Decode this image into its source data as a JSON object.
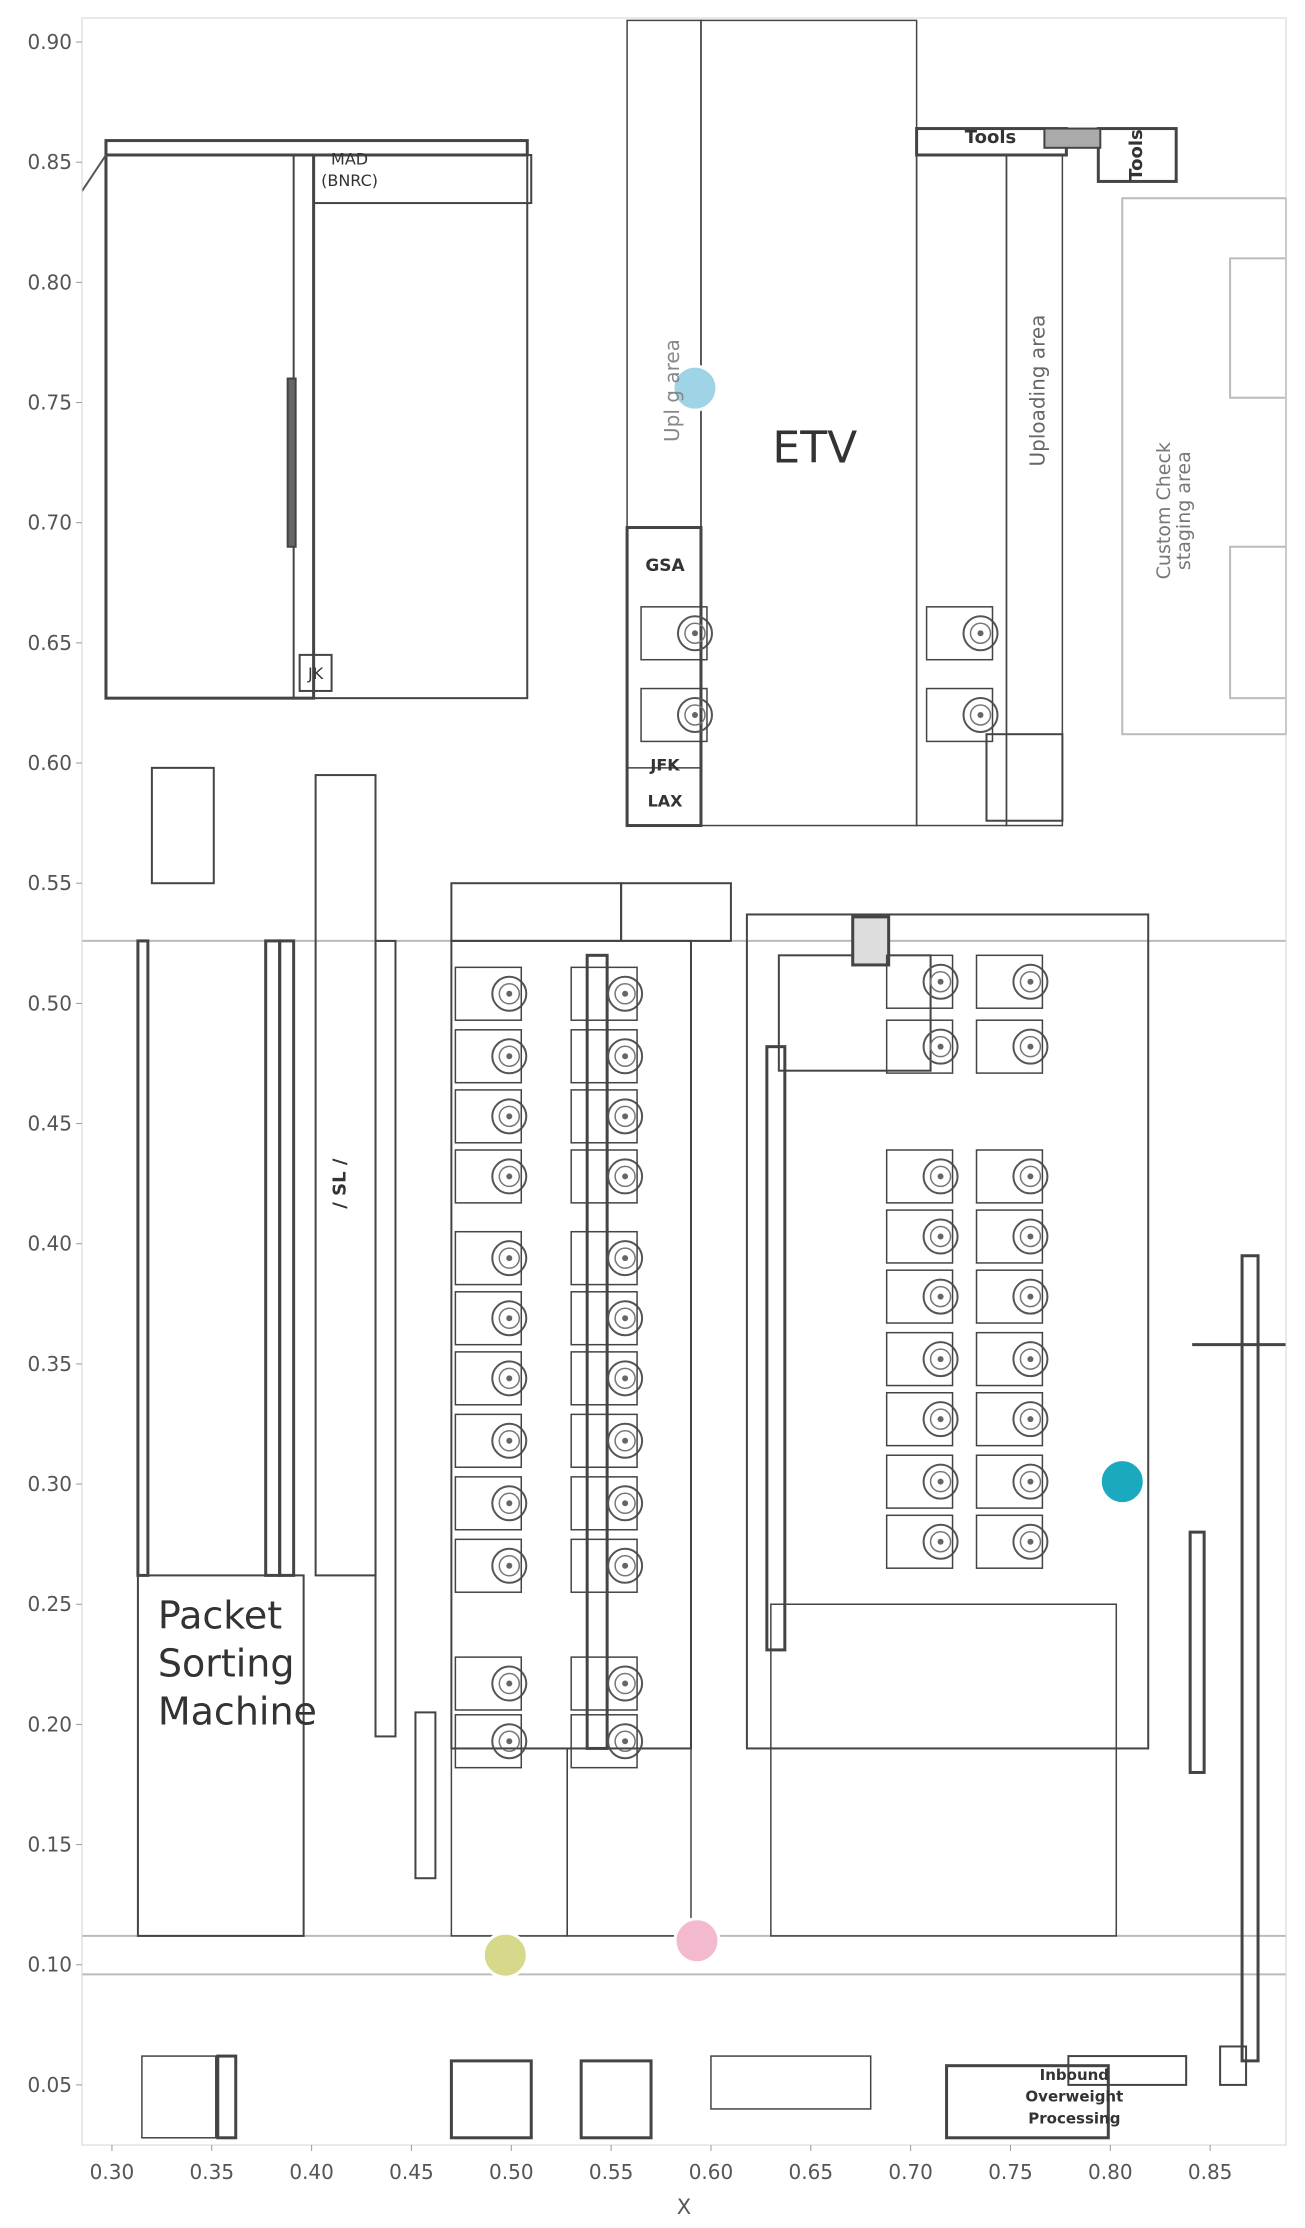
{
  "chart_data": {
    "type": "scatter",
    "title": "",
    "xlabel": "X",
    "ylabel": "",
    "xlim": [
      0.285,
      0.888
    ],
    "ylim": [
      0.025,
      0.91
    ],
    "x_ticks": [
      "0.30",
      "0.35",
      "0.40",
      "0.45",
      "0.50",
      "0.55",
      "0.60",
      "0.65",
      "0.70",
      "0.75",
      "0.80",
      "0.85"
    ],
    "y_ticks": [
      "0.05",
      "0.10",
      "0.15",
      "0.20",
      "0.25",
      "0.30",
      "0.35",
      "0.40",
      "0.45",
      "0.50",
      "0.55",
      "0.60",
      "0.65",
      "0.70",
      "0.75",
      "0.80",
      "0.85",
      "0.90"
    ],
    "points": [
      {
        "x": 0.592,
        "y": 0.756,
        "color": "#9fd4e6"
      },
      {
        "x": 0.806,
        "y": 0.301,
        "color": "#1aa9be"
      },
      {
        "x": 0.497,
        "y": 0.104,
        "color": "#d6d98a"
      },
      {
        "x": 0.593,
        "y": 0.11,
        "color": "#f2b9cf"
      }
    ],
    "background_labels": {
      "etv": "ETV",
      "packet_sorting": [
        "Packet",
        "Sorting",
        "Machine"
      ],
      "uploading_area": "Uploading area",
      "uploading_area_partial": "Upl    g area",
      "custom_check": [
        "Custom Check",
        "staging area"
      ],
      "tools": "Tools",
      "mad": [
        "MAD",
        "(BNRC)"
      ],
      "jk": "JK",
      "gsa": "GSA",
      "jfk": "JFK",
      "lax": "LAX",
      "sl": "/ SL /",
      "inbound": [
        "Inbound",
        "Overweight",
        "Processing"
      ]
    },
    "grid": false,
    "legend": "none"
  }
}
